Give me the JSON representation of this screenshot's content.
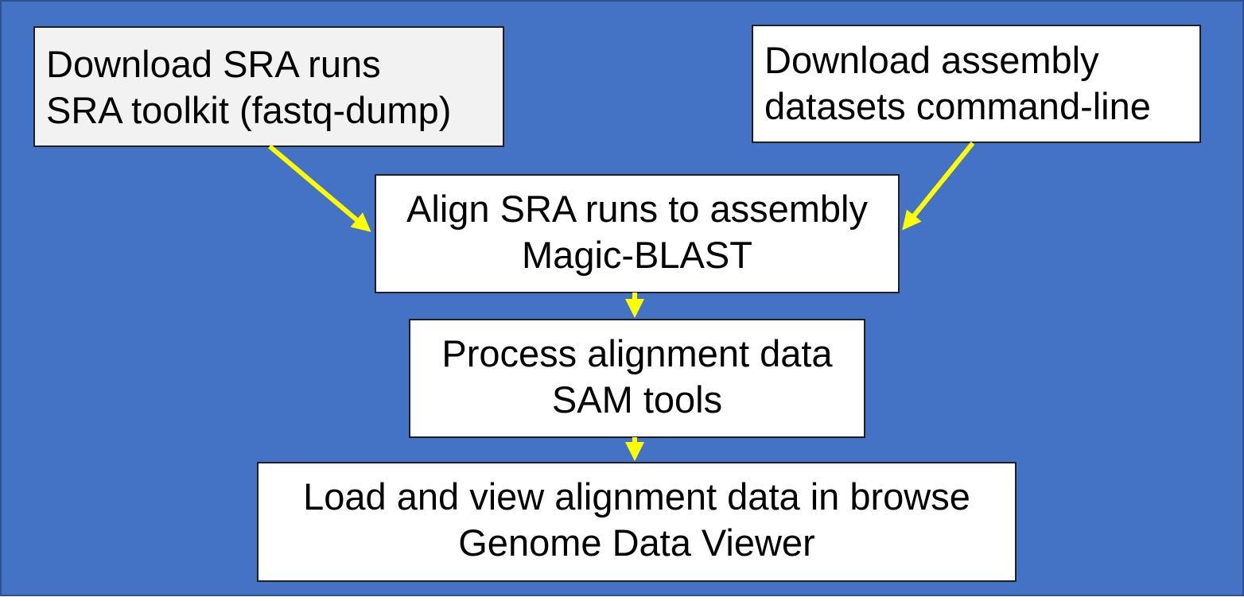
{
  "colors": {
    "background": "#4472c4",
    "box_fill": "#ffffff",
    "box_fill_alt": "#f2f2f2",
    "box_border": "#1f1f1f",
    "arrow": "#ffff00",
    "text": "#000000"
  },
  "nodes": {
    "download_sra": {
      "line1": "Download SRA runs",
      "line2": "SRA toolkit (fastq-dump)"
    },
    "download_assembly": {
      "line1": "Download assembly",
      "line2": "datasets command-line"
    },
    "align": {
      "line1": "Align SRA runs to assembly",
      "line2": "Magic-BLAST"
    },
    "process": {
      "line1": "Process alignment data",
      "line2": "SAM tools"
    },
    "load": {
      "line1": "Load and view alignment data in browse",
      "line2": "Genome Data Viewer"
    }
  },
  "edges": [
    {
      "from": "download_sra",
      "to": "align"
    },
    {
      "from": "download_assembly",
      "to": "align"
    },
    {
      "from": "align",
      "to": "process"
    },
    {
      "from": "process",
      "to": "load"
    }
  ]
}
